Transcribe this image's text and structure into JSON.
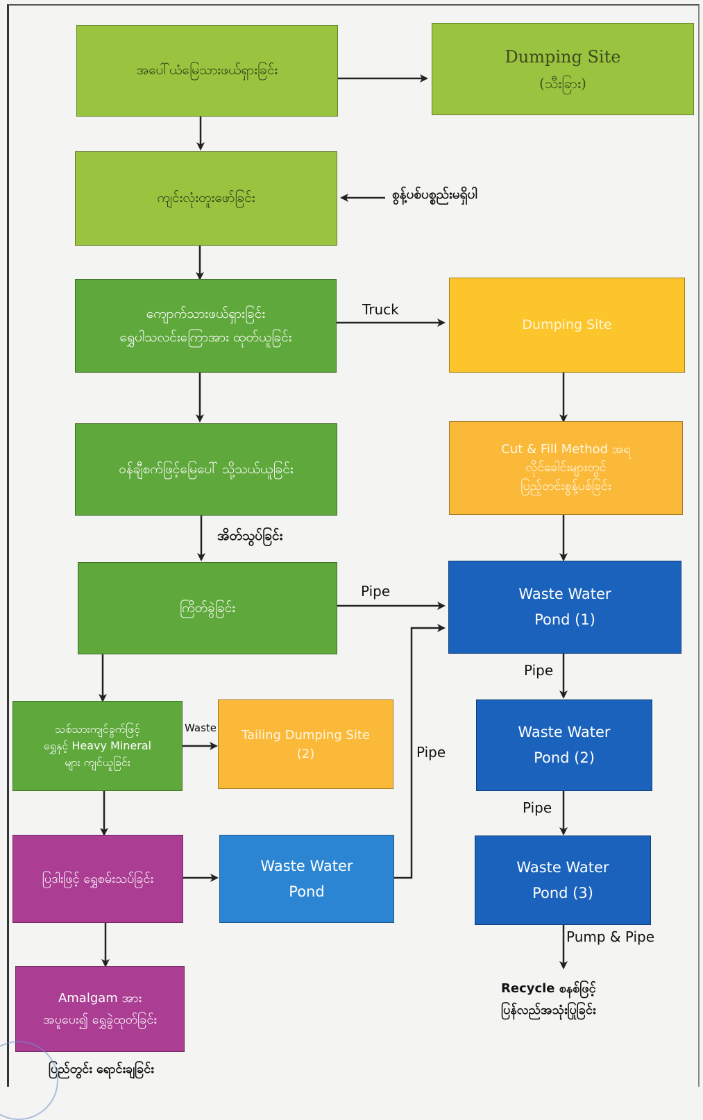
{
  "boxes": {
    "b1": "အပေါ်ယံမြေသားဖယ်ရှားခြင်း",
    "dump1_title": "Dumping Site",
    "dump1_sub": "(သီးခြား)",
    "b2": "ကျင်းလုံးတူးဖော်ခြင်း",
    "b3_l1": "ကျောက်သားဖယ်ရှားခြင်း",
    "b3_l2": "ရွှေပါသလင်းကြောအား ထုတ်ယူခြင်း",
    "dump2": "Dumping Site",
    "b4": "ဝန်ချီစက်ဖြင့်မြေပေါ် သို့သယ်ယူခြင်း",
    "cutfill_l1": "Cut & Fill Method အရ",
    "cutfill_l2": "လိုင်ခေါင်းများတွင်",
    "cutfill_l3": "ပြည့်တင်းစွန့်ပစ်ခြင်း",
    "b5": "ကြိတ်ခွဲခြင်း",
    "ww1_l1": "Waste Water",
    "ww1_l2": "Pond (1)",
    "b6_l1": "သစ်သားကျင်ခွက်ဖြင့်",
    "b6_l2": "ရွှေနှင့် Heavy Mineral",
    "b6_l3": "များ ကျင်ယူခြင်း",
    "tail_l1": "Tailing Dumping Site",
    "tail_l2": "(2)",
    "ww2_l1": "Waste Water",
    "ww2_l2": "Pond (2)",
    "b7": "ပြဒါးဖြင့် ရွှေစမ်းသပ်ခြင်း",
    "wwp_l1": "Waste Water",
    "wwp_l2": "Pond",
    "ww3_l1": "Waste Water",
    "ww3_l2": "Pond (3)",
    "b8_l1": "Amalgam အား",
    "b8_l2": "အပူပေး၍ ရွှေခွဲထုတ်ခြင်း"
  },
  "labels": {
    "no_waste": "စွန့်ပစ်ပစ္စည်းမရှိပါ",
    "truck": "Truck",
    "crush": "အိတ်သွပ်ခြင်း",
    "pipe_a": "Pipe",
    "pipe_b": "Pipe",
    "pipe_c": "Pipe",
    "pipe_d": "Pipe",
    "waste": "Waste",
    "pump_pipe": "Pump & Pipe",
    "recycle_l1": "Recycle စနစ်ဖြင့်",
    "recycle_l2": "ပြန်လည်အသုံးပြုခြင်း",
    "sell": "ပြည်တွင်း ရောင်းချခြင်း"
  },
  "colors": {
    "light_green": "#9ac43f",
    "mid_green": "#5fa83b",
    "yellow": "#fdc52c",
    "orange": "#fbb93a",
    "blue": "#1a62bb",
    "light_blue": "#2c85d3",
    "magenta": "#ab3d93"
  }
}
